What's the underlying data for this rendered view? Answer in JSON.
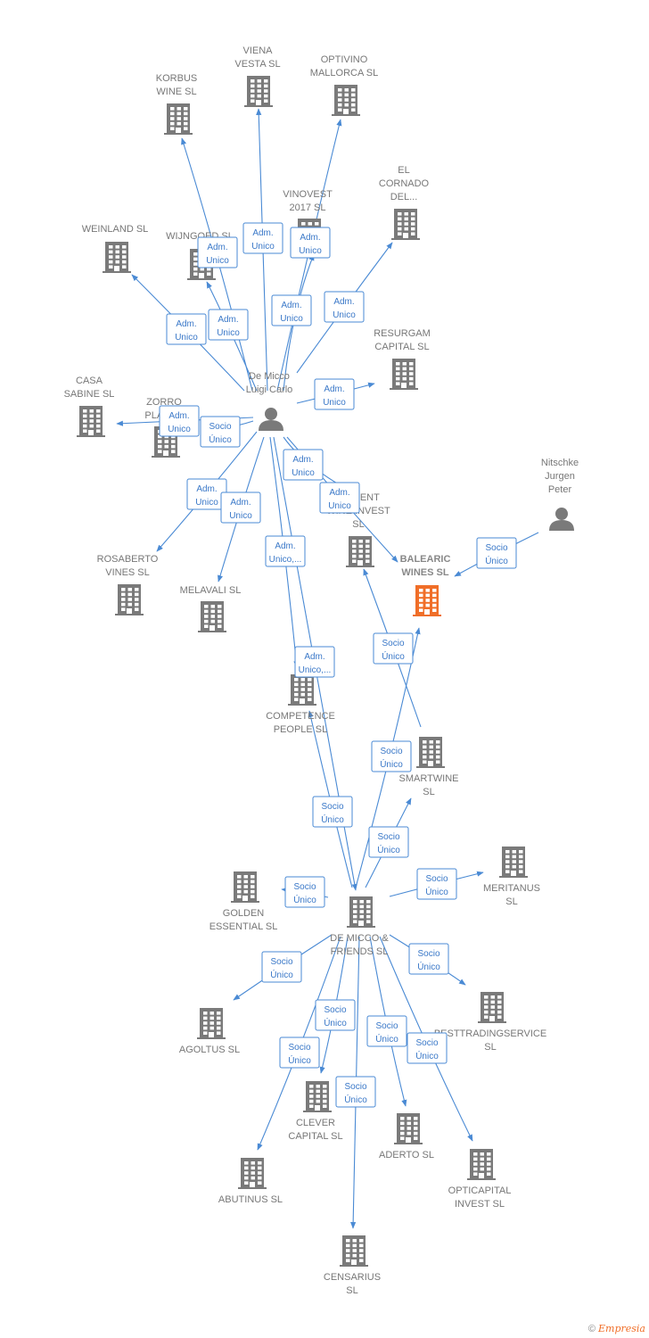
{
  "colors": {
    "edge": "#4a8ad4",
    "node": "#7a7a7a",
    "focus": "#f06e28",
    "label": "#777777"
  },
  "nodes": [
    {
      "id": "demicco",
      "type": "person",
      "lines": [
        "De Micco",
        "Luigi Carlo"
      ]
    },
    {
      "id": "nitschke",
      "type": "person",
      "lines": [
        "Nitschke",
        "Jurgen",
        "Peter"
      ]
    },
    {
      "id": "korbus",
      "type": "company",
      "lines": [
        "KORBUS",
        "WINE  SL"
      ]
    },
    {
      "id": "viena",
      "type": "company",
      "lines": [
        "VIENA",
        "VESTA  SL"
      ]
    },
    {
      "id": "optivino",
      "type": "company",
      "lines": [
        "OPTIVINO",
        "MALLORCA  SL"
      ]
    },
    {
      "id": "elcornado",
      "type": "company",
      "lines": [
        "EL",
        "CORNADO",
        "DEL..."
      ]
    },
    {
      "id": "vinovest",
      "type": "company",
      "lines": [
        "VINOVEST",
        "2017  SL"
      ]
    },
    {
      "id": "weinland",
      "type": "company",
      "lines": [
        "WEINLAND  SL"
      ]
    },
    {
      "id": "wijngoed",
      "type": "company",
      "lines": [
        "WIJNGOED  SL"
      ]
    },
    {
      "id": "resurgam",
      "type": "company",
      "lines": [
        "RESURGAM",
        "CAPITAL  SL"
      ]
    },
    {
      "id": "casasabine",
      "type": "company",
      "lines": [
        "CASA",
        "SABINE  SL"
      ]
    },
    {
      "id": "zorro",
      "type": "company",
      "lines": [
        "ZORRO",
        "PLATE..."
      ]
    },
    {
      "id": "trident",
      "type": "company",
      "lines": [
        "TRIDENT",
        "WINE INVEST",
        "SL"
      ]
    },
    {
      "id": "balearic",
      "type": "company",
      "focus": true,
      "lines": [
        "BALEARIC",
        "WINES  SL"
      ]
    },
    {
      "id": "rosaberto",
      "type": "company",
      "lines": [
        "ROSABERTO",
        "VINES  SL"
      ]
    },
    {
      "id": "melavali",
      "type": "company",
      "lines": [
        "MELAVALI  SL"
      ]
    },
    {
      "id": "competence",
      "type": "company",
      "lines": [
        "COMPETENCE",
        "PEOPLE  SL"
      ]
    },
    {
      "id": "smartwine",
      "type": "company",
      "lines": [
        "SMARTWINE",
        "SL"
      ]
    },
    {
      "id": "golden",
      "type": "company",
      "lines": [
        "GOLDEN",
        "ESSENTIAL  SL"
      ]
    },
    {
      "id": "friends",
      "type": "company",
      "lines": [
        "DE MICCO &",
        "FRIENDS  SL"
      ]
    },
    {
      "id": "meritanus",
      "type": "company",
      "lines": [
        "MERITANUS",
        "SL"
      ]
    },
    {
      "id": "agoltus",
      "type": "company",
      "lines": [
        "AGOLTUS  SL"
      ]
    },
    {
      "id": "besttrading",
      "type": "company",
      "lines": [
        "BESTTRADINGSERVICE",
        "SL"
      ]
    },
    {
      "id": "clever",
      "type": "company",
      "lines": [
        "CLEVER",
        "CAPITAL  SL"
      ]
    },
    {
      "id": "aderto",
      "type": "company",
      "lines": [
        "ADERTO  SL"
      ]
    },
    {
      "id": "abutinus",
      "type": "company",
      "lines": [
        "ABUTINUS  SL"
      ]
    },
    {
      "id": "opticapital",
      "type": "company",
      "lines": [
        "OPTICAPITAL",
        "INVEST  SL"
      ]
    },
    {
      "id": "censarius",
      "type": "company",
      "lines": [
        "CENSARIUS",
        "SL"
      ]
    }
  ],
  "edges": [
    {
      "from": "demicco",
      "to": "korbus",
      "label": [
        "Adm.",
        "Unico"
      ]
    },
    {
      "from": "demicco",
      "to": "viena",
      "label": [
        "Adm.",
        "Unico"
      ]
    },
    {
      "from": "demicco",
      "to": "optivino",
      "label": [
        "Adm.",
        "Unico"
      ]
    },
    {
      "from": "demicco",
      "to": "vinovest",
      "label": [
        "Adm.",
        "Unico"
      ]
    },
    {
      "from": "demicco",
      "to": "elcornado",
      "label": [
        "Adm.",
        "Unico"
      ]
    },
    {
      "from": "demicco",
      "to": "weinland",
      "label": [
        "Adm.",
        "Unico"
      ]
    },
    {
      "from": "demicco",
      "to": "wijngoed",
      "label": [
        "Adm.",
        "Unico"
      ]
    },
    {
      "from": "demicco",
      "to": "resurgam",
      "label": [
        "Adm.",
        "Unico"
      ]
    },
    {
      "from": "demicco",
      "to": "casasabine",
      "label": [
        "Adm.",
        "Unico"
      ]
    },
    {
      "from": "demicco",
      "to": "zorro",
      "label": [
        "Socio",
        "Único"
      ]
    },
    {
      "from": "demicco",
      "to": "trident",
      "label": [
        "Adm.",
        "Unico"
      ]
    },
    {
      "from": "demicco",
      "to": "balearic",
      "label": [
        "Adm.",
        "Unico"
      ]
    },
    {
      "from": "demicco",
      "to": "rosaberto",
      "label": [
        "Adm.",
        "Unico"
      ]
    },
    {
      "from": "demicco",
      "to": "melavali",
      "label": [
        "Adm.",
        "Unico"
      ]
    },
    {
      "from": "demicco",
      "to": "competence",
      "label": [
        "Adm.",
        "Unico,..."
      ]
    },
    {
      "from": "demicco",
      "to": "friends",
      "label": [
        "Adm.",
        "Unico,..."
      ]
    },
    {
      "from": "nitschke",
      "to": "balearic",
      "label": [
        "Socio",
        "Único"
      ]
    },
    {
      "from": "smartwine",
      "to": "trident",
      "label": [
        "Socio",
        "Único"
      ]
    },
    {
      "from": "friends",
      "to": "balearic",
      "label": [
        "Socio",
        "Único"
      ]
    },
    {
      "from": "friends",
      "to": "competence",
      "label": [
        "Socio",
        "Único"
      ]
    },
    {
      "from": "friends",
      "to": "smartwine",
      "label": [
        "Socio",
        "Único"
      ]
    },
    {
      "from": "friends",
      "to": "golden",
      "label": [
        "Socio",
        "Único"
      ]
    },
    {
      "from": "friends",
      "to": "meritanus",
      "label": [
        "Socio",
        "Único"
      ]
    },
    {
      "from": "friends",
      "to": "agoltus",
      "label": [
        "Socio",
        "Único"
      ]
    },
    {
      "from": "friends",
      "to": "besttrading",
      "label": [
        "Socio",
        "Único"
      ]
    },
    {
      "from": "friends",
      "to": "clever",
      "label": [
        "Socio",
        "Único"
      ]
    },
    {
      "from": "friends",
      "to": "aderto",
      "label": [
        "Socio",
        "Único"
      ]
    },
    {
      "from": "friends",
      "to": "abutinus",
      "label": [
        "Socio",
        "Único"
      ]
    },
    {
      "from": "friends",
      "to": "opticapital",
      "label": [
        "Socio",
        "Único"
      ]
    },
    {
      "from": "friends",
      "to": "censarius",
      "label": [
        "Socio",
        "Único"
      ]
    }
  ],
  "footer": {
    "copyright": "©",
    "brand": "Empresia"
  }
}
